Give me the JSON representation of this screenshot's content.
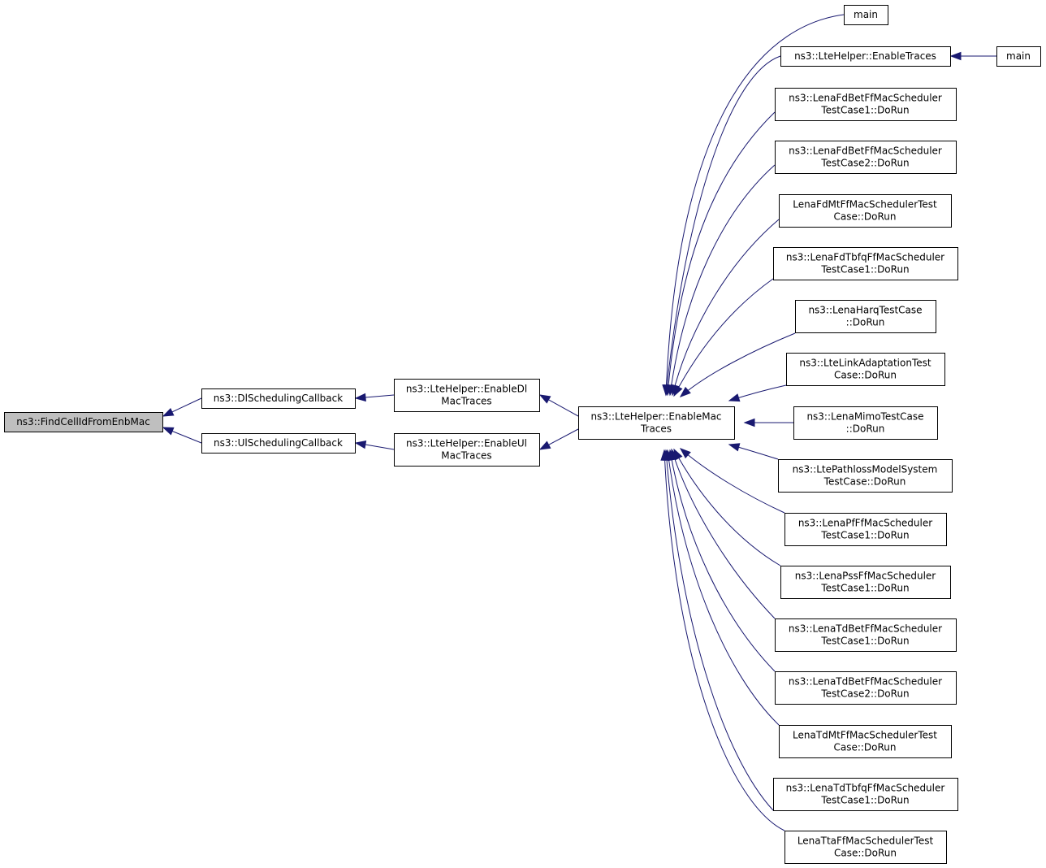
{
  "diagram": {
    "type": "doxygen-caller-graph",
    "nodes": [
      {
        "id": "find",
        "lines": [
          "ns3::FindCellIdFromEnbMac"
        ],
        "highlighted": true
      },
      {
        "id": "dlsched",
        "lines": [
          "ns3::DlSchedulingCallback"
        ]
      },
      {
        "id": "ulsched",
        "lines": [
          "ns3::UlSchedulingCallback"
        ]
      },
      {
        "id": "enabledl",
        "lines": [
          "ns3::LteHelper::EnableDl",
          "MacTraces"
        ]
      },
      {
        "id": "enableul",
        "lines": [
          "ns3::LteHelper::EnableUl",
          "MacTraces"
        ]
      },
      {
        "id": "enablemac",
        "lines": [
          "ns3::LteHelper::EnableMac",
          "Traces"
        ]
      },
      {
        "id": "main1",
        "lines": [
          "main"
        ]
      },
      {
        "id": "enabletraces",
        "lines": [
          "ns3::LteHelper::EnableTraces"
        ]
      },
      {
        "id": "main2",
        "lines": [
          "main"
        ]
      },
      {
        "id": "fdbet1",
        "lines": [
          "ns3::LenaFdBetFfMacScheduler",
          "TestCase1::DoRun"
        ]
      },
      {
        "id": "fdbet2",
        "lines": [
          "ns3::LenaFdBetFfMacScheduler",
          "TestCase2::DoRun"
        ]
      },
      {
        "id": "fdmt",
        "lines": [
          "LenaFdMtFfMacSchedulerTest",
          "Case::DoRun"
        ]
      },
      {
        "id": "fdtbfq",
        "lines": [
          "ns3::LenaFdTbfqFfMacScheduler",
          "TestCase1::DoRun"
        ]
      },
      {
        "id": "harq",
        "lines": [
          "ns3::LenaHarqTestCase",
          "::DoRun"
        ]
      },
      {
        "id": "linkadapt",
        "lines": [
          "ns3::LteLinkAdaptationTest",
          "Case::DoRun"
        ]
      },
      {
        "id": "mimo",
        "lines": [
          "ns3::LenaMimoTestCase",
          "::DoRun"
        ]
      },
      {
        "id": "pathloss",
        "lines": [
          "ns3::LtePathlossModelSystem",
          "TestCase::DoRun"
        ]
      },
      {
        "id": "pf",
        "lines": [
          "ns3::LenaPfFfMacScheduler",
          "TestCase1::DoRun"
        ]
      },
      {
        "id": "pss",
        "lines": [
          "ns3::LenaPssFfMacScheduler",
          "TestCase1::DoRun"
        ]
      },
      {
        "id": "tdbet1",
        "lines": [
          "ns3::LenaTdBetFfMacScheduler",
          "TestCase1::DoRun"
        ]
      },
      {
        "id": "tdbet2",
        "lines": [
          "ns3::LenaTdBetFfMacScheduler",
          "TestCase2::DoRun"
        ]
      },
      {
        "id": "tdmt",
        "lines": [
          "LenaTdMtFfMacSchedulerTest",
          "Case::DoRun"
        ]
      },
      {
        "id": "tdtbfq",
        "lines": [
          "ns3::LenaTdTbfqFfMacScheduler",
          "TestCase1::DoRun"
        ]
      },
      {
        "id": "tta",
        "lines": [
          "LenaTtaFfMacSchedulerTest",
          "Case::DoRun"
        ]
      }
    ],
    "edges": [
      {
        "from": "dlsched",
        "to": "find"
      },
      {
        "from": "ulsched",
        "to": "find"
      },
      {
        "from": "enabledl",
        "to": "dlsched"
      },
      {
        "from": "enableul",
        "to": "ulsched"
      },
      {
        "from": "enablemac",
        "to": "enabledl"
      },
      {
        "from": "enablemac",
        "to": "enableul"
      },
      {
        "from": "main1",
        "to": "enablemac"
      },
      {
        "from": "enabletraces",
        "to": "enablemac"
      },
      {
        "from": "main2",
        "to": "enabletraces"
      },
      {
        "from": "fdbet1",
        "to": "enablemac"
      },
      {
        "from": "fdbet2",
        "to": "enablemac"
      },
      {
        "from": "fdmt",
        "to": "enablemac"
      },
      {
        "from": "fdtbfq",
        "to": "enablemac"
      },
      {
        "from": "harq",
        "to": "enablemac"
      },
      {
        "from": "linkadapt",
        "to": "enablemac"
      },
      {
        "from": "mimo",
        "to": "enablemac"
      },
      {
        "from": "pathloss",
        "to": "enablemac"
      },
      {
        "from": "pf",
        "to": "enablemac"
      },
      {
        "from": "pss",
        "to": "enablemac"
      },
      {
        "from": "tdbet1",
        "to": "enablemac"
      },
      {
        "from": "tdbet2",
        "to": "enablemac"
      },
      {
        "from": "tdmt",
        "to": "enablemac"
      },
      {
        "from": "tdtbfq",
        "to": "enablemac"
      },
      {
        "from": "tta",
        "to": "enablemac"
      }
    ],
    "colors": {
      "edge": "#191970",
      "node_border": "#000000",
      "node_fill": "#ffffff",
      "highlight_fill": "#bfbfbf"
    }
  }
}
